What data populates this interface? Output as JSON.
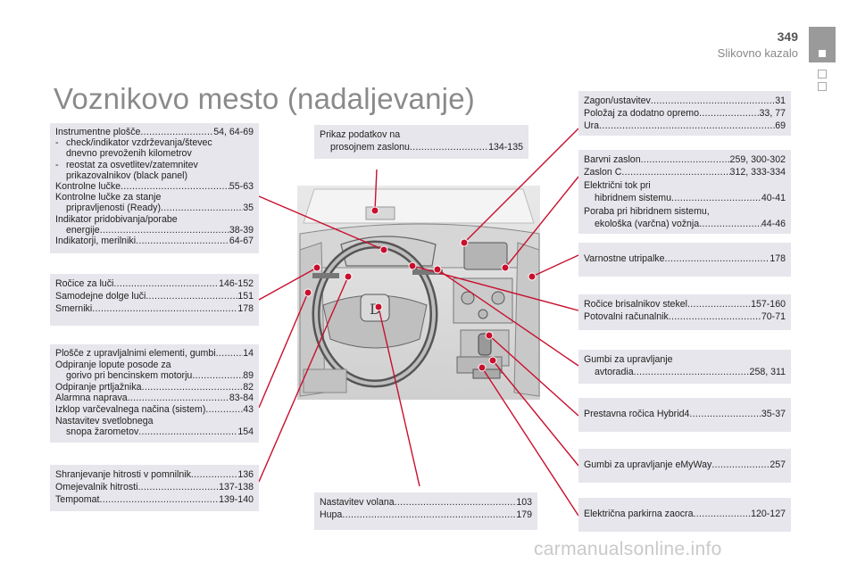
{
  "header": {
    "page_number": "349",
    "section": "Slikovno kazalo",
    "title": "Voznikovo mesto (nadaljevanje)"
  },
  "boxes": {
    "instruments": [
      {
        "text": "Instrumentne plošče",
        "pages": "54, 64-69"
      },
      {
        "text": "check/indikator vzdrževanja/števec",
        "dash": true
      },
      {
        "text": "dnevno prevoženih kilometrov",
        "indent": true
      },
      {
        "text": "reostat za osvetlitev/zatemnitev",
        "dash": true
      },
      {
        "text": "prikazovalnikov (black panel)",
        "indent": true
      },
      {
        "text": "Kontrolne lučke",
        "pages": "55-63"
      },
      {
        "text": "Kontrolne lučke za stanje"
      },
      {
        "text": "pripravljenosti (Ready)",
        "pages": "35",
        "indent": true
      },
      {
        "text": "Indikator pridobivanja/porabe"
      },
      {
        "text": "energije",
        "pages": "38-39",
        "indent": true
      },
      {
        "text": "Indikatorji, merilniki",
        "pages": "64-67"
      }
    ],
    "lights": [
      {
        "text": "Ročice za luči",
        "pages": "146-152"
      },
      {
        "text": "Samodejne dolge luči",
        "pages": "151"
      },
      {
        "text": "Smerniki",
        "pages": "178"
      }
    ],
    "panels": [
      {
        "text": "Plošče z upravljalnimi elementi, gumbi",
        "pages": "14"
      },
      {
        "text": "Odpiranje lopute posode za"
      },
      {
        "text": "gorivo pri bencinskem motorju",
        "pages": "89",
        "indent": true
      },
      {
        "text": "Odpiranje prtljažnika",
        "pages": "82"
      },
      {
        "text": "Alarmna naprava",
        "pages": "83-84"
      },
      {
        "text": "Izklop varčevalnega načina (sistem)",
        "pages": "43"
      },
      {
        "text": "Nastavitev svetlobnega"
      },
      {
        "text": "snopa žarometov",
        "pages": "154",
        "indent": true
      }
    ],
    "speed": [
      {
        "text": "Shranjevanje hitrosti v pomnilnik",
        "pages": "136"
      },
      {
        "text": "Omejevalnik hitrosti",
        "pages": "137-138"
      },
      {
        "text": "Tempomat",
        "pages": "139-140"
      }
    ],
    "display": [
      {
        "text": "Prikaz podatkov na"
      },
      {
        "text": "prosojnem zaslonu",
        "pages": "134-135",
        "indent": true
      }
    ],
    "steering": [
      {
        "text": "Nastavitev volana",
        "pages": "103"
      },
      {
        "text": "Hupa",
        "pages": "179"
      }
    ],
    "start": [
      {
        "text": "Zagon/ustavitev",
        "pages": "31"
      },
      {
        "text": "Položaj za dodatno opremo",
        "pages": "33, 77"
      },
      {
        "text": "Ura",
        "pages": "69"
      }
    ],
    "screen": [
      {
        "text": "Barvni zaslon",
        "pages": "259, 300-302"
      },
      {
        "text": "Zaslon C",
        "pages": "312, 333-334"
      },
      {
        "text": "Električni tok pri"
      },
      {
        "text": "hibridnem sistemu",
        "pages": "40-41",
        "indent": true
      },
      {
        "text": "Poraba pri hibridnem sistemu,"
      },
      {
        "text": "ekološka (varčna) vožnja",
        "pages": "44-46",
        "indent": true
      }
    ],
    "hazard": [
      {
        "text": "Varnostne utripalke",
        "pages": "178"
      }
    ],
    "wipers": [
      {
        "text": "Ročice brisalnikov stekel",
        "pages": "157-160"
      },
      {
        "text": "Potovalni računalnik",
        "pages": "70-71"
      }
    ],
    "radio": [
      {
        "text": "Gumbi za upravljanje"
      },
      {
        "text": "avtoradia",
        "pages": "258, 311",
        "indent": true
      }
    ],
    "gear": [
      {
        "text": "Prestavna ročica Hybrid4",
        "pages": "35-37"
      }
    ],
    "emyway": [
      {
        "text": "Gumbi za upravljanje eMyWay",
        "pages": "257"
      }
    ],
    "parking": [
      {
        "text": "Električna parkirna zaocra",
        "pages": "120-127"
      }
    ]
  },
  "watermark": "carmanualsonline.info",
  "colors": {
    "box_bg": "#e6e6ec",
    "callout_red": "#c8102e",
    "title_gray": "#8a8a8a"
  }
}
